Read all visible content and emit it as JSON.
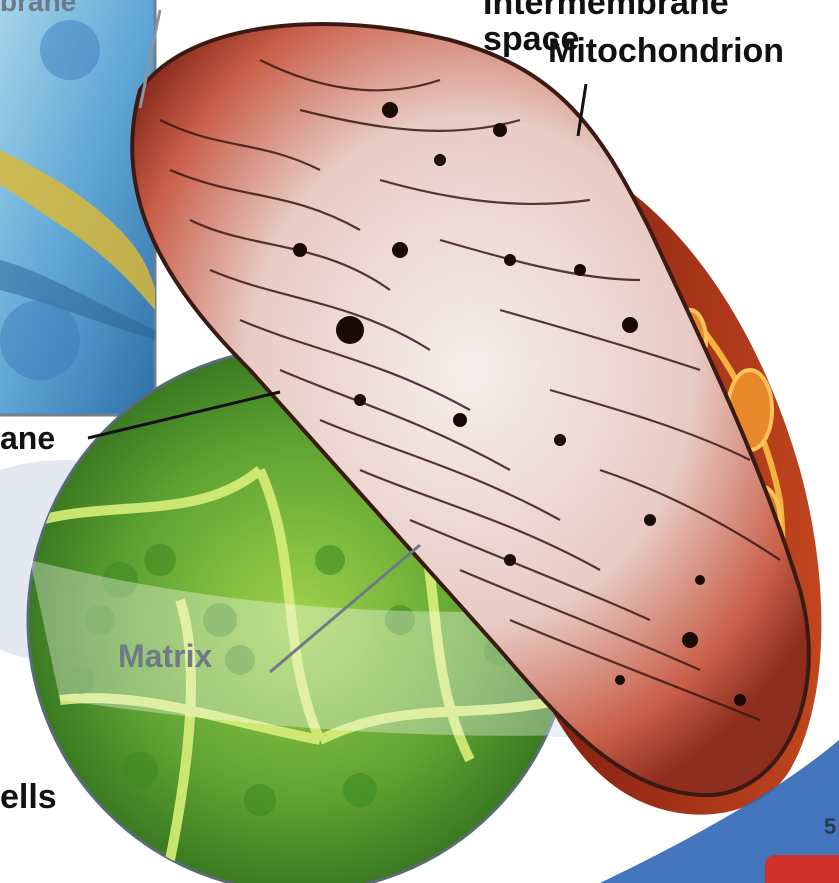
{
  "labels": {
    "membrane_top": "brane",
    "intermembrane_line1": "Intermembrane",
    "intermembrane_line2": "space",
    "mitochondrion": "Mitochondrion",
    "membrane_left": "ane",
    "matrix": "Matrix",
    "cells": "ells",
    "page_number": "5"
  },
  "colors": {
    "mitochondrion_outer": "#c0503a",
    "mitochondrion_inner": "#f3e6e3",
    "chloroplast_green": "#4f9a2c",
    "micrograph_blue": "#5ea6d4",
    "background_blob": "#cfd8e6",
    "page_tab_red": "#d0302c"
  }
}
